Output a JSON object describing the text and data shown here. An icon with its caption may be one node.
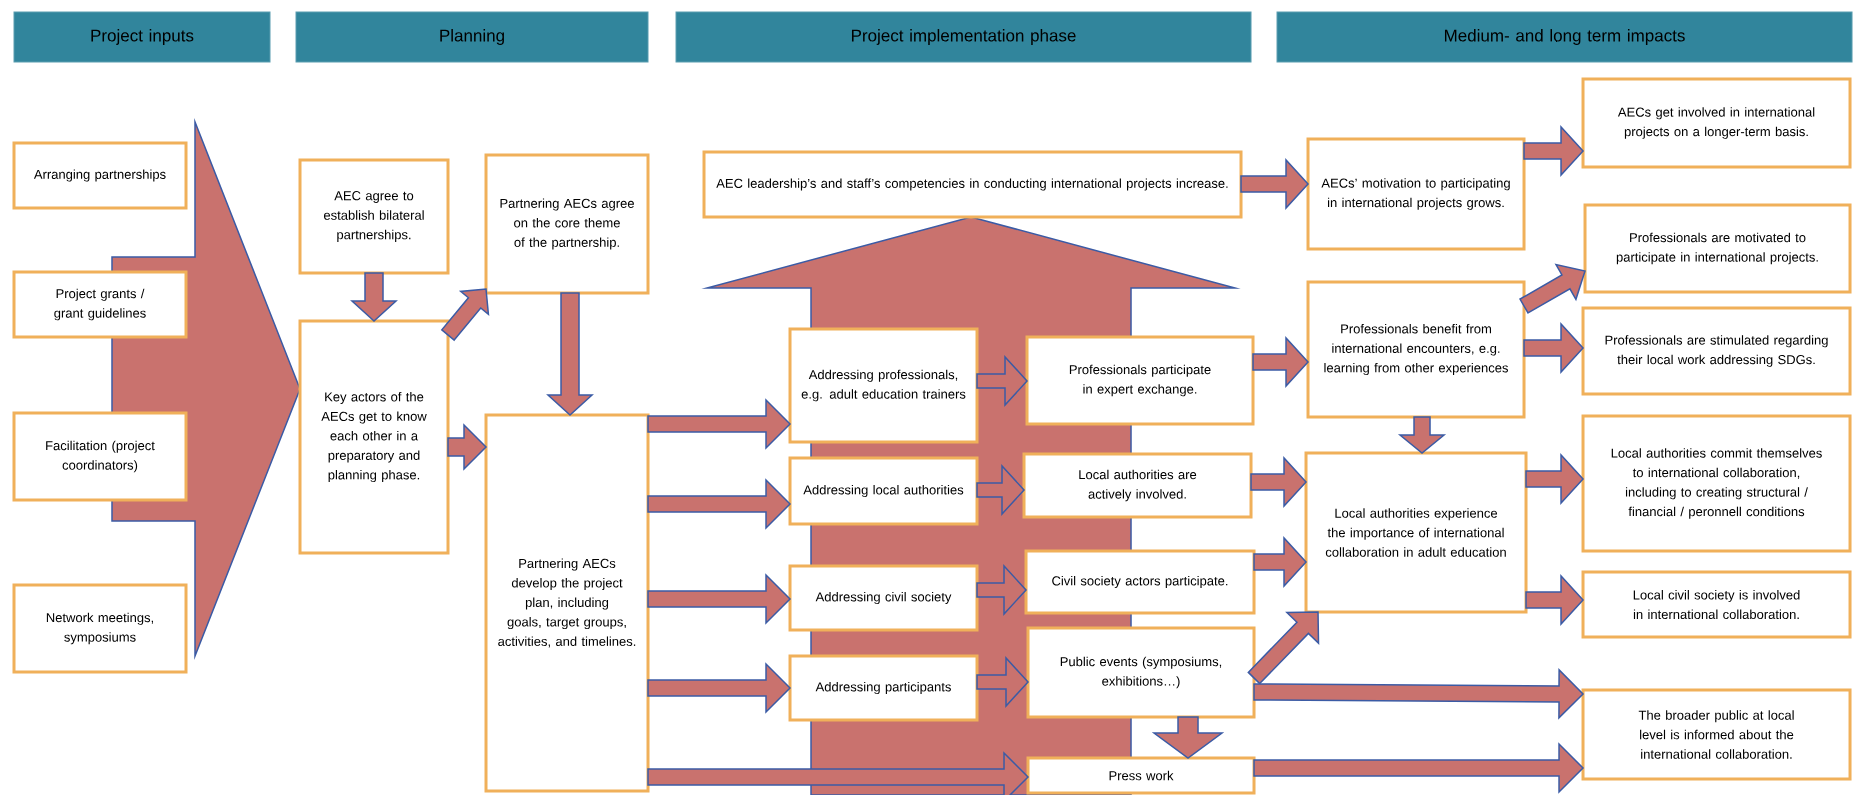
{
  "diagram": {
    "nodes": [
      {
        "text": [
          "Project inputs"
        ]
      },
      {
        "text": [
          "Planning"
        ]
      },
      {
        "text": [
          "Project implementation  phase"
        ]
      },
      {
        "text": [
          "Medium- and long term impacts"
        ]
      },
      {
        "text": [
          "Arranging partnerships"
        ]
      },
      {
        "text": [
          "Project grants / grant guidelines"
        ]
      },
      {
        "text": [
          "Facilitation (project coordinators)"
        ]
      },
      {
        "text": [
          "Network meetings, symposiums"
        ]
      },
      {
        "text": [
          "AEC agree to establish bilateral partnerships."
        ]
      },
      {
        "text": [
          "Key actors of the AECs get to know each other in a preparatory and planning phase."
        ]
      },
      {
        "text": [
          "Partnering AECs agree on the core theme of the partnership."
        ]
      },
      {
        "text": [
          "Partnering AECs develop the project plan, including goals, target groups, activities, and timelines."
        ]
      },
      {
        "text": [
          "AEC leadership’s and staff’s competencies in conducting international projects increase."
        ]
      },
      {
        "text": [
          "Addressing professionals, e.g. adult education trainers"
        ]
      },
      {
        "text": [
          "Professionals participate in expert exchange."
        ]
      },
      {
        "text": [
          "Addressing local authorities"
        ]
      },
      {
        "text": [
          "Local authorities are actively involved."
        ]
      },
      {
        "text": [
          "Addressing civil society"
        ]
      },
      {
        "text": [
          "Civil society actors participate."
        ]
      },
      {
        "text": [
          "Addressing participants"
        ]
      },
      {
        "text": [
          "Public events (symposiums, exhibitions…)"
        ]
      },
      {
        "text": [
          "Press work"
        ]
      },
      {
        "text": [
          "AECs’ motivation to participating in international projects grows."
        ]
      },
      {
        "text": [
          "AECs get involved in international projects on a longer-term basis."
        ]
      },
      {
        "text": [
          "Professionals benefit from international encounters, e.g. learning from other experiences"
        ]
      },
      {
        "text": [
          "Professionals are motivated to participate in international projects."
        ]
      },
      {
        "text": [
          "Professionals are stimulated regarding their local work addressing SDGs."
        ]
      },
      {
        "text": [
          "Local authorities experience  the importance of international collaboration in adult education"
        ]
      },
      {
        "text": [
          "Local authorities commit themselves to international collaboration, including to creating structural / financial / peronnell conditions"
        ]
      },
      {
        "text": [
          "Local civil society is involved in international collaboration."
        ]
      },
      {
        "text": [
          "The broader public at local level is informed about the international collaboration."
        ]
      }
    ],
    "edges": [
      {
        "from": 8,
        "to": 9,
        "arrow": "to"
      },
      {
        "from": 9,
        "to": 10,
        "arrow": "to"
      },
      {
        "from": 9,
        "to": 11,
        "arrow": "to"
      },
      {
        "from": 10,
        "to": 11,
        "arrow": "to"
      },
      {
        "from": 11,
        "to": 13,
        "arrow": "to"
      },
      {
        "from": 11,
        "to": 15,
        "arrow": "to"
      },
      {
        "from": 11,
        "to": 17,
        "arrow": "to"
      },
      {
        "from": 11,
        "to": 19,
        "arrow": "to"
      },
      {
        "from": 11,
        "to": 21,
        "arrow": "to"
      },
      {
        "from": 13,
        "to": 14,
        "arrow": "to"
      },
      {
        "from": 15,
        "to": 16,
        "arrow": "to"
      },
      {
        "from": 17,
        "to": 18,
        "arrow": "to"
      },
      {
        "from": 19,
        "to": 20,
        "arrow": "to"
      },
      {
        "from": 20,
        "to": 21,
        "arrow": "to"
      },
      {
        "from": 12,
        "to": 22,
        "arrow": "to"
      },
      {
        "from": 14,
        "to": 24,
        "arrow": "to"
      },
      {
        "from": 16,
        "to": 27,
        "arrow": "to"
      },
      {
        "from": 18,
        "to": 27,
        "arrow": "to"
      },
      {
        "from": 20,
        "to": 27,
        "arrow": "to"
      },
      {
        "from": 20,
        "to": 30,
        "arrow": "to"
      },
      {
        "from": 21,
        "to": 30,
        "arrow": "to"
      },
      {
        "from": 22,
        "to": 23,
        "arrow": "to"
      },
      {
        "from": 24,
        "to": 25,
        "arrow": "to"
      },
      {
        "from": 24,
        "to": 26,
        "arrow": "to"
      },
      {
        "from": 24,
        "to": 27,
        "arrow": "to"
      },
      {
        "from": 27,
        "to": 28,
        "arrow": "to"
      },
      {
        "from": 27,
        "to": 29,
        "arrow": "to"
      },
      {
        "from": null,
        "to": 9,
        "arrow": "to"
      },
      {
        "from": null,
        "to": 12,
        "arrow": "to"
      }
    ]
  }
}
